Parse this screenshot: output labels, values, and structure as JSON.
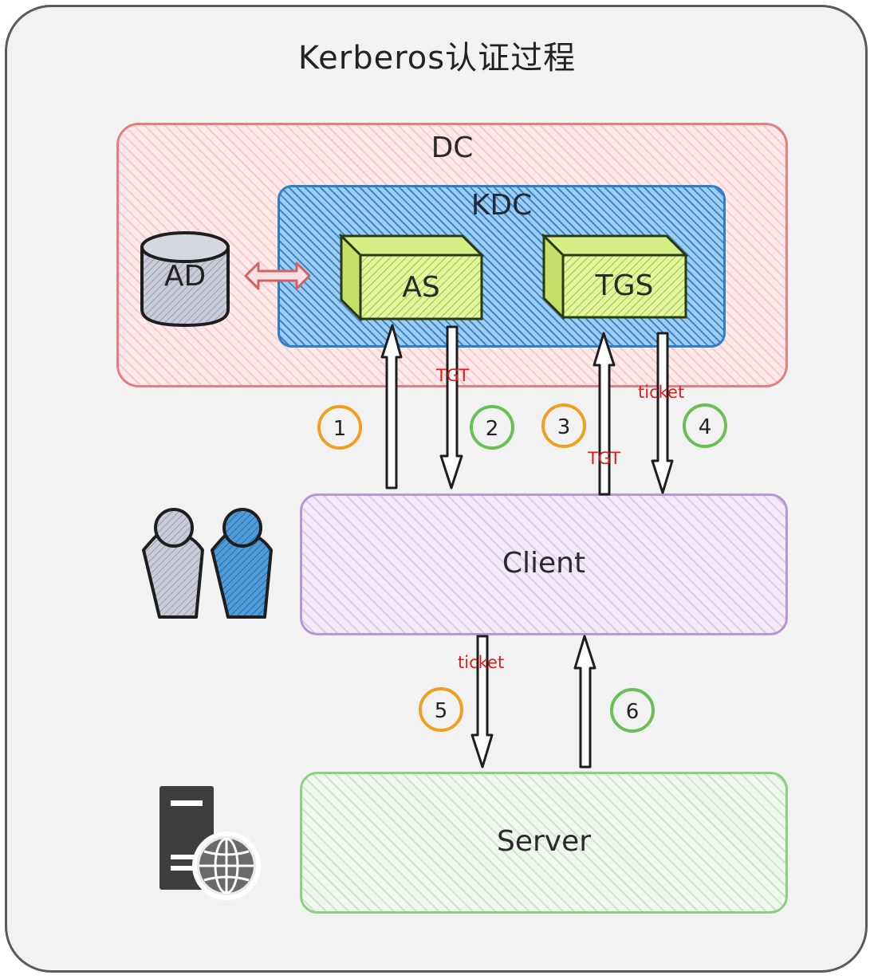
{
  "title": "Kerberos认证过程",
  "nodes": {
    "dc": "DC",
    "kdc": "KDC",
    "ad": "AD",
    "as": "AS",
    "tgs": "TGS",
    "client": "Client",
    "server": "Server"
  },
  "arrow_labels": {
    "tgt_as": "TGT",
    "ticket_tgs": "ticket",
    "tgt_client": "TGT",
    "ticket_server": "ticket"
  },
  "steps": [
    "1",
    "2",
    "3",
    "4",
    "5",
    "6"
  ],
  "step_colors": {
    "orange": "#f0a020",
    "green": "#6abf55"
  },
  "colors": {
    "dc_border": "#e57f7f",
    "kdc_border": "#2e7fc8",
    "client_border": "#b696d4",
    "server_border": "#8ccf82",
    "label_red": "#e01c1c"
  },
  "icons": [
    "database-icon",
    "double-arrow-icon",
    "users-icon",
    "server-globe-icon"
  ]
}
